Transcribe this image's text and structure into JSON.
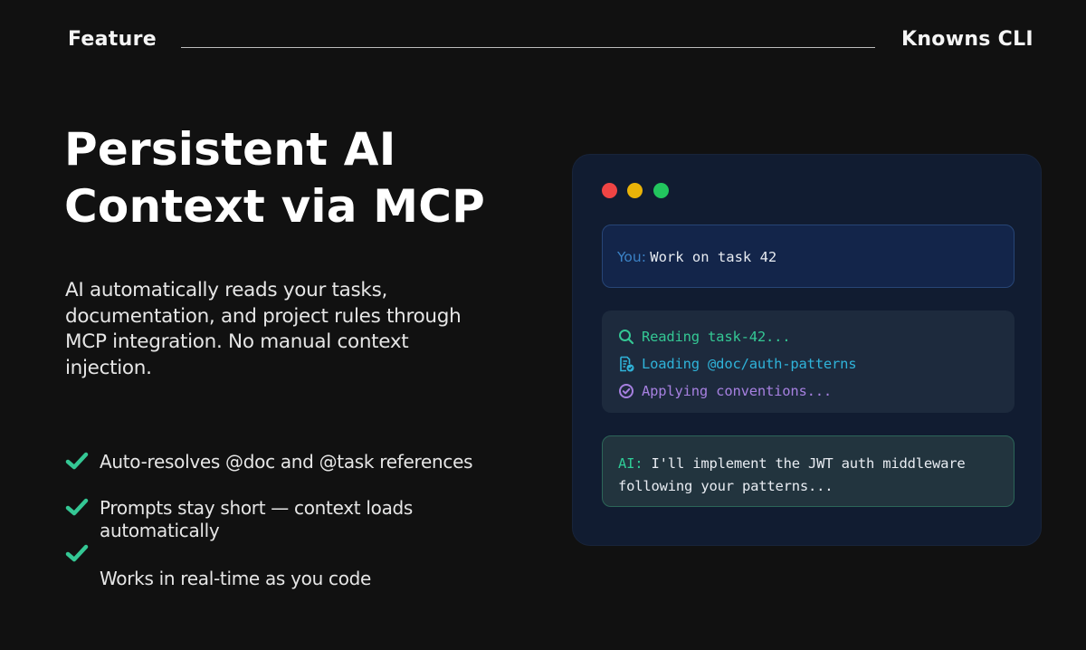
{
  "header": {
    "left_label": "Feature",
    "right_label": "Knowns CLI"
  },
  "hero": {
    "title_line1": "Persistent AI",
    "title_line2": "Context via MCP",
    "description": "AI automatically reads your tasks, documentation, and project rules through MCP integration. No manual context injection."
  },
  "features": [
    {
      "icon": "check-icon",
      "text": "Auto-resolves @doc and @task references"
    },
    {
      "icon": "check-icon",
      "text": "Prompts stay short — context loads automatically"
    },
    {
      "icon": "check-icon",
      "text": "Works in real-time as you code"
    }
  ],
  "terminal": {
    "window_controls": [
      "close",
      "minimize",
      "maximize"
    ],
    "user_message": {
      "label": "You:",
      "text": "Work on task 42"
    },
    "process_steps": [
      {
        "icon": "search-icon",
        "text": "Reading task-42...",
        "color": "#34c794"
      },
      {
        "icon": "document-check-icon",
        "text": "Loading @doc/auth-patterns",
        "color": "#2fb3d9"
      },
      {
        "icon": "circle-check-icon",
        "text": "Applying conventions...",
        "color": "#a680e0"
      }
    ],
    "ai_message": {
      "label": "AI:",
      "line1": "I'll implement the JWT auth middleware",
      "line2": "following your patterns..."
    }
  },
  "colors": {
    "background": "#111111",
    "accent_green": "#34c794",
    "window_bg": "#111c31",
    "dot_red": "#ef4444",
    "dot_yellow": "#eab308",
    "dot_green": "#22c55e"
  }
}
